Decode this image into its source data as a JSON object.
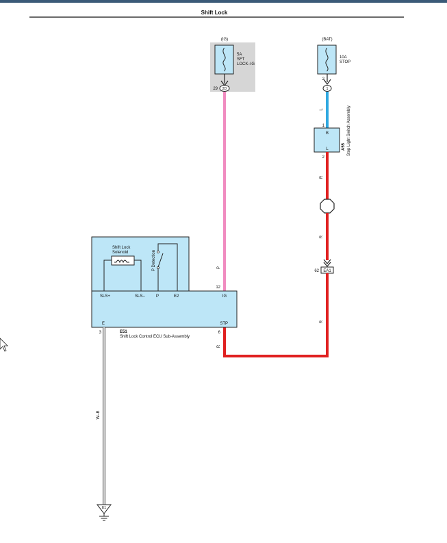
{
  "header": {
    "title": "Shift Lock"
  },
  "colors": {
    "wire_pink": "#f08cc0",
    "wire_blue": "#2fa8e0",
    "wire_red": "#e02020",
    "component_fill": "#bde6f7",
    "fuse_box_fill": "#d6d6d6",
    "frame": "#3b5a78"
  },
  "fuse_ig": {
    "source": "(IG)",
    "rating": "5A",
    "name_line1": "SFT",
    "name_line2": "LOCK–IG",
    "pin": "29",
    "connector": "2D"
  },
  "fuse_stop": {
    "source": "(BAT)",
    "rating": "10A",
    "name": "STOP",
    "pin": "2",
    "connector": "1"
  },
  "stop_switch": {
    "code": "A55",
    "name": "Stop Light Switch Assembly",
    "pin_in": "1",
    "pin_out": "2",
    "term_in": "B",
    "term_out": "L"
  },
  "wires": {
    "blue": "L",
    "red": "R",
    "pink": "P",
    "ground": "W–B"
  },
  "junction": {
    "pin": "62",
    "connector": "EA1"
  },
  "ecu": {
    "code": "E51",
    "name": "Shift Lock Control ECU Sub-Assembly",
    "solenoid_line1": "Shift Lock",
    "solenoid_line2": "Solenoid",
    "p_detection": "P Detection",
    "terminals": {
      "sls_plus": "SLS+",
      "sls_minus": "SLS–",
      "p": "P",
      "e2": "E2",
      "ig": "IG",
      "e": "E",
      "stp": "STP"
    },
    "pins": {
      "ig": "12",
      "e": "3",
      "stp": "6"
    }
  },
  "ground": {
    "label": "E1"
  }
}
